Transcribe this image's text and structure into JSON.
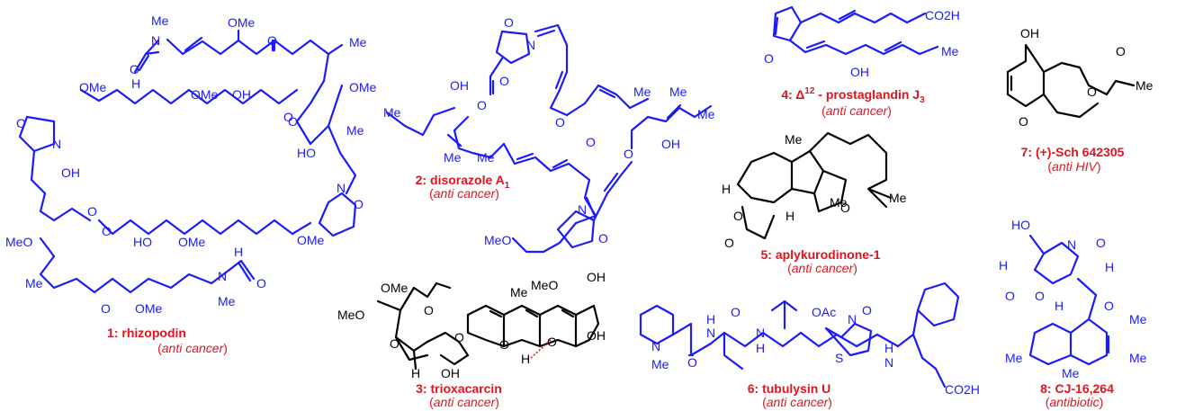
{
  "compounds": [
    {
      "number": "1",
      "name": "rhizopodin",
      "activity": "anti cancer",
      "activity_open": "(",
      "activity_close": ")"
    },
    {
      "number": "2",
      "name": "disorazole A",
      "subscript": "1",
      "activity": "anti cancer",
      "activity_open": "(",
      "activity_close": ")"
    },
    {
      "number": "3",
      "name": "trioxacarcin",
      "activity": "anti cancer",
      "activity_open": "(",
      "activity_close": ")"
    },
    {
      "number": "4",
      "name_prefix": "Δ",
      "superscript": "12",
      "name": " - prostaglandin J",
      "subscript": "3",
      "activity": "anti cancer",
      "activity_open": "(",
      "activity_close": ")"
    },
    {
      "number": "5",
      "name": "aplykurodinone-1",
      "activity": "anti cancer",
      "activity_open": "(",
      "activity_close": ")"
    },
    {
      "number": "6",
      "name": "tubulysin U",
      "activity": "anti cancer",
      "activity_open": "(",
      "activity_close": ")"
    },
    {
      "number": "7",
      "name": "(+)-Sch 642305",
      "activity": "anti HIV",
      "activity_open": "(",
      "activity_close": ")"
    },
    {
      "number": "8",
      "name": "CJ-16,264",
      "activity": "antibiotic",
      "activity_open": "(",
      "activity_close": ")"
    }
  ],
  "atoms": {
    "me": "Me",
    "ome": "OMe",
    "meo": "MeO",
    "oh": "OH",
    "ho": "HO",
    "h": "H",
    "n": "N",
    "o": "O",
    "s": "S",
    "nh": "N",
    "h_lower": "H",
    "co2h": "CO2H",
    "oac": "OAc"
  },
  "colors": {
    "structure": "#1a1aff",
    "highlight": "#000000",
    "label": "#e0141e"
  }
}
